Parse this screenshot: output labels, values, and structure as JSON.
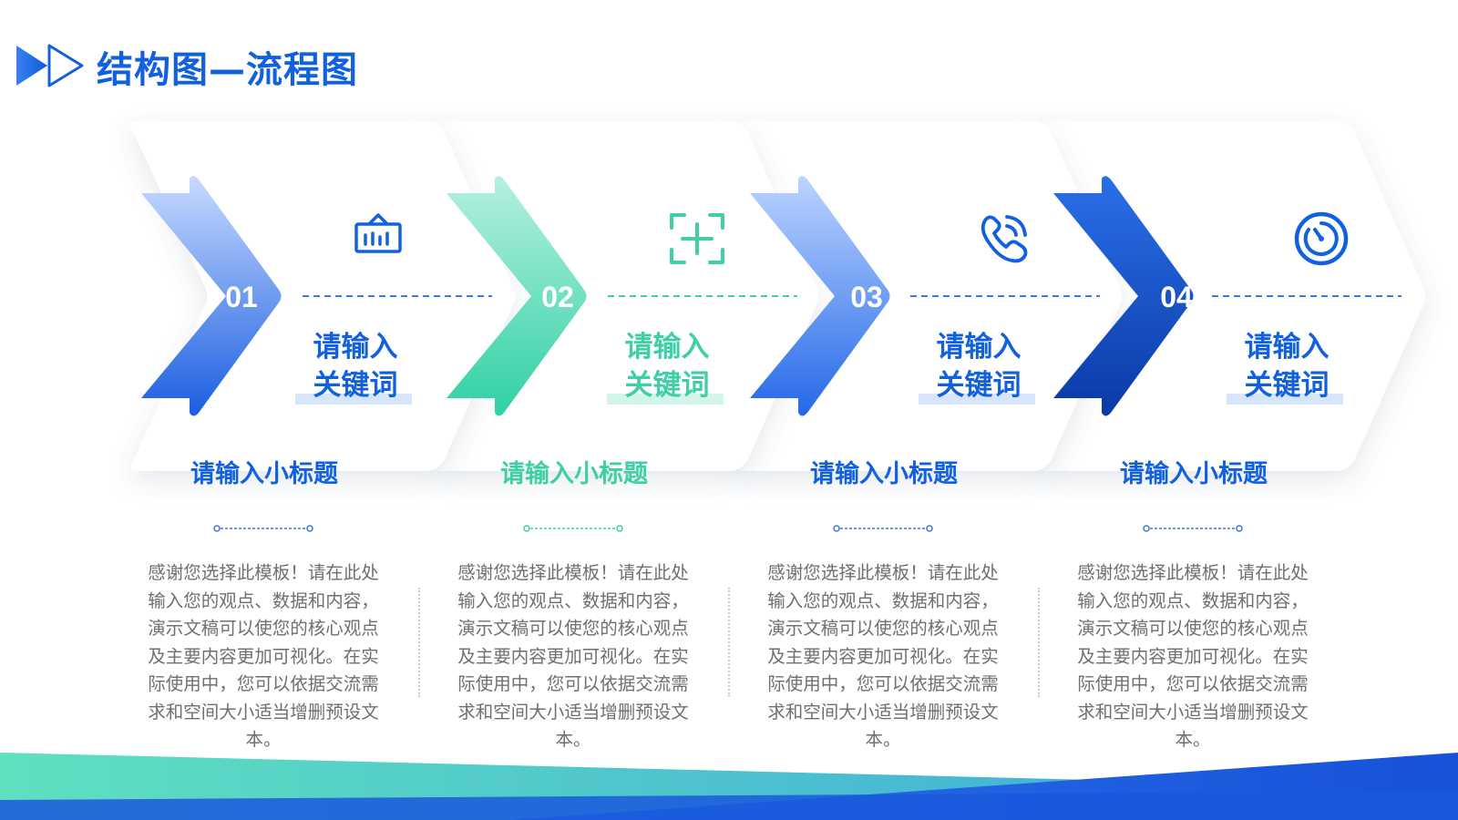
{
  "title": "结构图—流程图",
  "colors": {
    "primary": "#1160de",
    "teal": "#3fcfa6",
    "light_blue": "#a9c6f7",
    "dark_blue": "#0b3fb0",
    "body_text": "#6f6f6f"
  },
  "steps": [
    {
      "number": "01",
      "icon": "basket-icon",
      "keyword_line1": "请输入",
      "keyword_line2": "关键词",
      "subtitle": "请输入小标题",
      "body": "感谢您选择此模板！请在此处输入您的观点、数据和内容，演示文稿可以使您的核心观点及主要内容更加可视化。在实际使用中，您可以依据交流需求和空间大小适当增删预设文本。",
      "accent": "#1160de"
    },
    {
      "number": "02",
      "icon": "focus-plus-icon",
      "keyword_line1": "请输入",
      "keyword_line2": "关键词",
      "subtitle": "请输入小标题",
      "body": "感谢您选择此模板！请在此处输入您的观点、数据和内容，演示文稿可以使您的核心观点及主要内容更加可视化。在实际使用中，您可以依据交流需求和空间大小适当增删预设文本。",
      "accent": "#3fcfa6"
    },
    {
      "number": "03",
      "icon": "phone-call-icon",
      "keyword_line1": "请输入",
      "keyword_line2": "关键词",
      "subtitle": "请输入小标题",
      "body": "感谢您选择此模板！请在此处输入您的观点、数据和内容，演示文稿可以使您的核心观点及主要内容更加可视化。在实际使用中，您可以依据交流需求和空间大小适当增删预设文本。",
      "accent": "#1160de"
    },
    {
      "number": "04",
      "icon": "dial-gauge-icon",
      "keyword_line1": "请输入",
      "keyword_line2": "关键词",
      "subtitle": "请输入小标题",
      "body": "感谢您选择此模板！请在此处输入您的观点、数据和内容，演示文稿可以使您的核心观点及主要内容更加可视化。在实际使用中，您可以依据交流需求和空间大小适当增删预设文本。",
      "accent": "#1160de"
    }
  ]
}
